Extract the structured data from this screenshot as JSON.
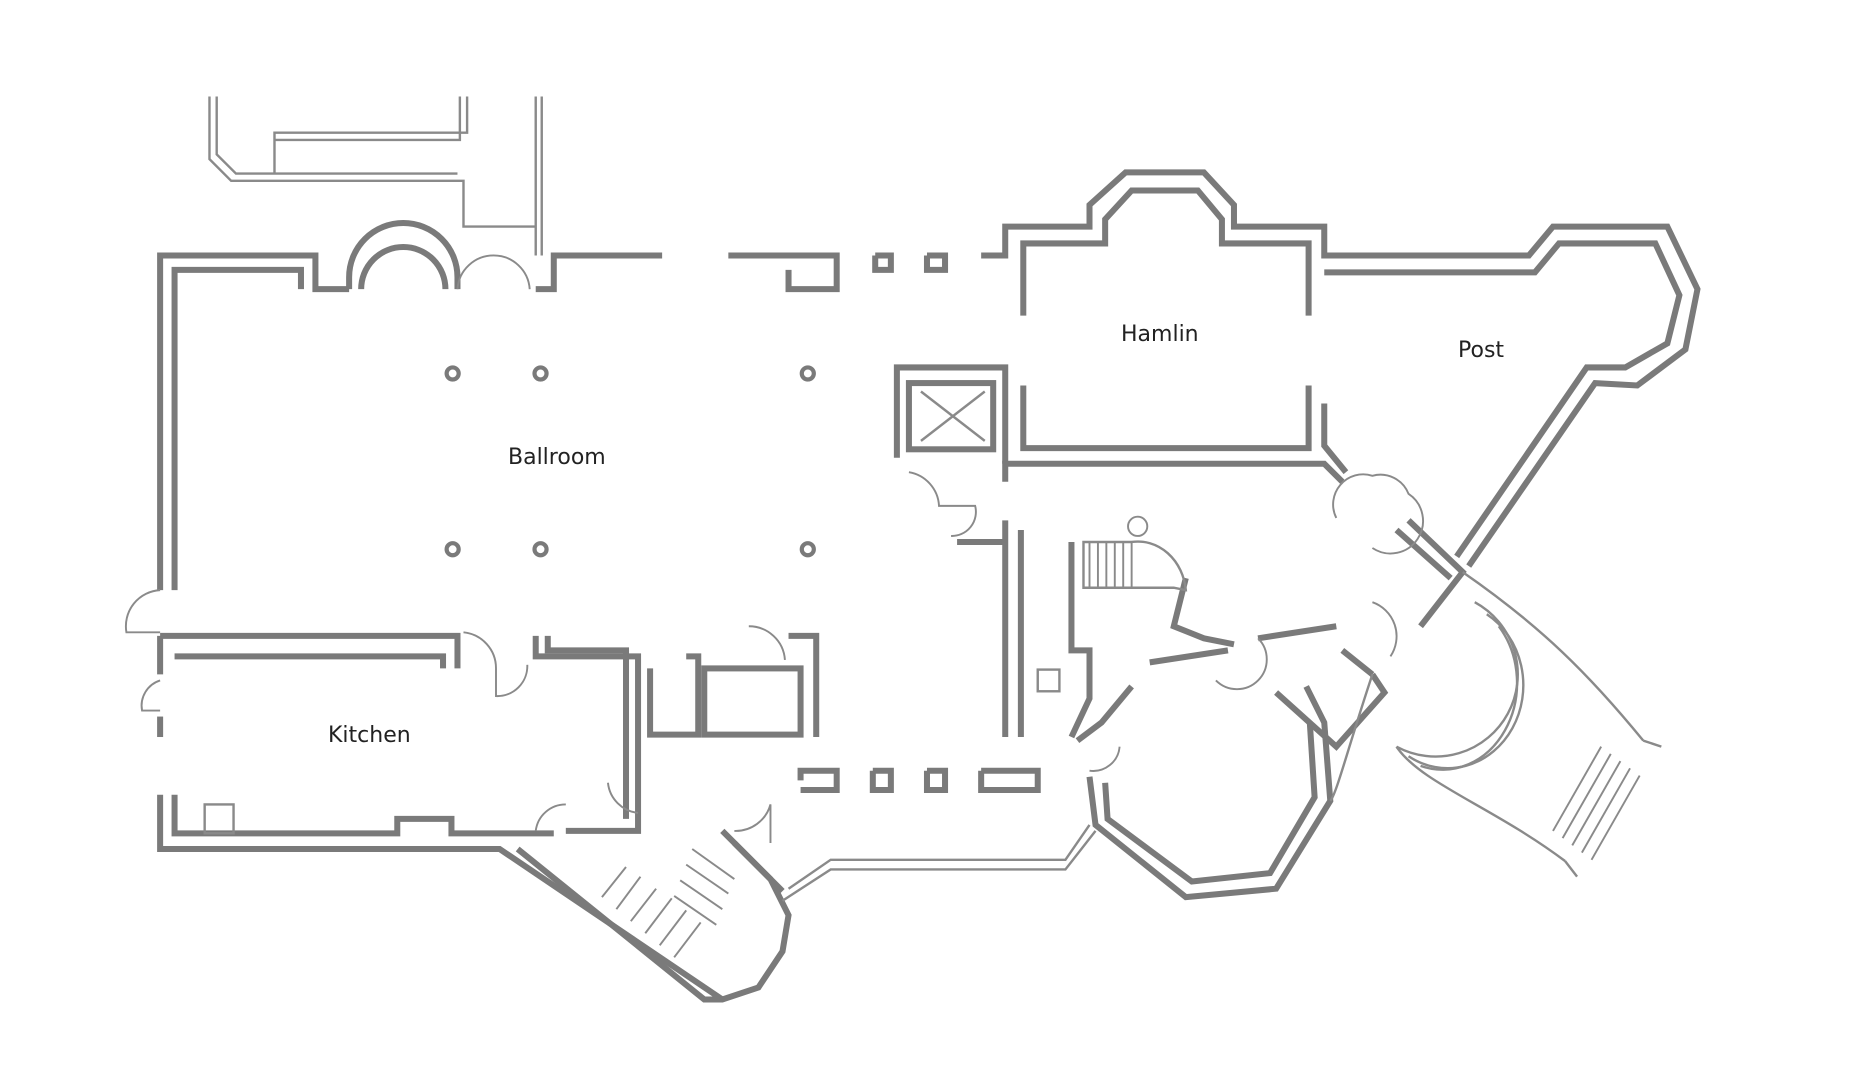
{
  "title": "Floor plan",
  "rooms": {
    "ballroom": "Ballroom",
    "hamlin": "Hamlin",
    "post": "Post",
    "kitchen": "Kitchen"
  },
  "colors": {
    "wall": "#7a7a7a",
    "background": "#ffffff",
    "text": "#222222"
  }
}
